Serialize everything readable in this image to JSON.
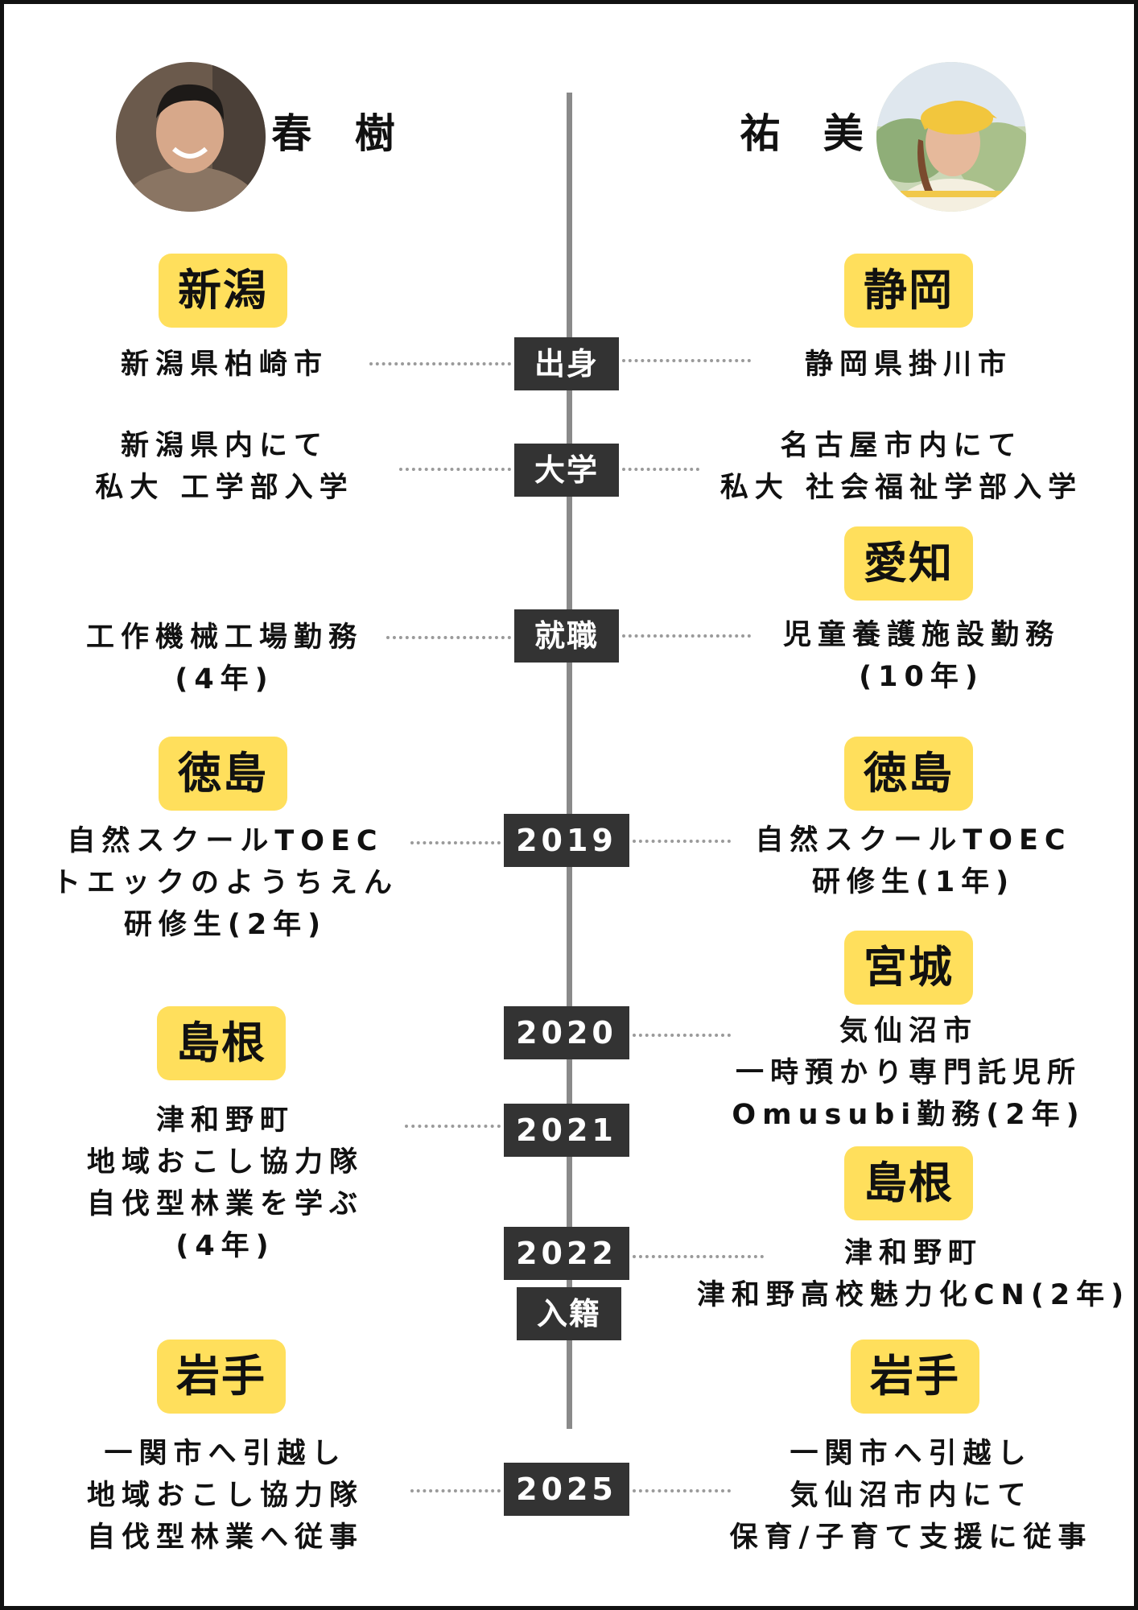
{
  "people": {
    "left": {
      "name": "春 樹",
      "avatar_icon": "man-portrait-photo"
    },
    "right": {
      "name": "祐 美",
      "avatar_icon": "woman-portrait-photo"
    }
  },
  "timeline": {
    "markers": [
      "出身",
      "大学",
      "就職",
      "2019",
      "2020",
      "2021",
      "2022",
      "入籍",
      "2025"
    ]
  },
  "left": {
    "places": [
      "新潟",
      "徳島",
      "島根",
      "岩手"
    ],
    "entries": [
      "新潟県柏崎市",
      "新潟県内にて\n私大 工学部入学",
      "工作機械工場勤務\n(4年)",
      "自然スクールTOEC\nトエックのようちえん\n研修生(2年)",
      "津和野町\n地域おこし協力隊\n自伐型林業を学ぶ\n(4年)",
      "一関市へ引越し\n地域おこし協力隊\n自伐型林業へ従事"
    ]
  },
  "right": {
    "places": [
      "静岡",
      "愛知",
      "徳島",
      "宮城",
      "島根",
      "岩手"
    ],
    "entries": [
      "静岡県掛川市",
      "名古屋市内にて\n私大 社会福祉学部入学",
      "児童養護施設勤務\n(10年)",
      "自然スクールTOEC\n研修生(1年)",
      "気仙沼市\n一時預かり専門託児所\nOmusubi勤務(2年)",
      "津和野町\n津和野高校魅力化CN(2年)",
      "一関市へ引越し\n気仙沼市内にて\n保育/子育て支援に従事"
    ]
  },
  "colors": {
    "accent": "#ffdf5c",
    "node": "#333333",
    "line": "#8a8a8a",
    "border": "#111111"
  }
}
